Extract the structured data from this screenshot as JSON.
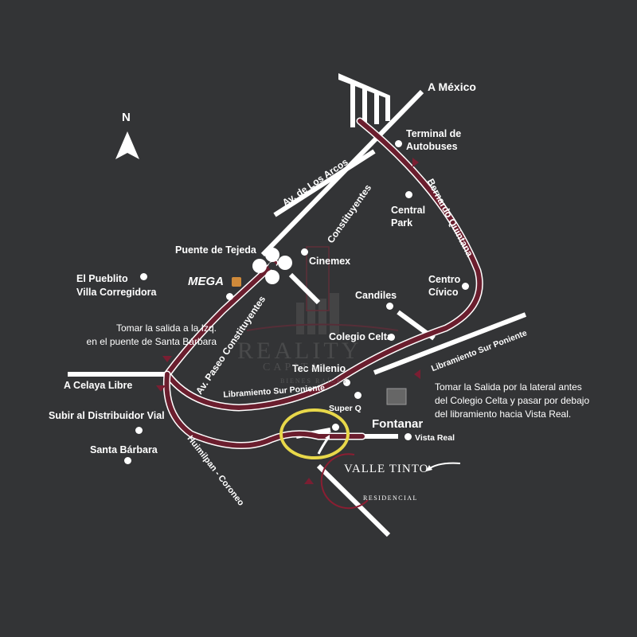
{
  "colors": {
    "background": "#333436",
    "road_primary": "#6b1e2e",
    "road_secondary": "#ffffff",
    "highlight_circle": "#e8d84a"
  },
  "compass": {
    "label": "N",
    "icon": "north-arrow-icon"
  },
  "roads": {
    "mexico": "A México",
    "arcos": "Av. de Los Arcos",
    "constituyentes": "Constituyentes",
    "bernardo": "Bernardo Quintana",
    "paseo": "Av. Paseo Constituyentes",
    "libramiento_east": "Libramiento Sur Poniente",
    "libramiento_west": "Libramiento Sur Poniente",
    "celaya": "A Celaya Libre",
    "huimilpan": "Huimilpan - Coroneo"
  },
  "places": {
    "terminal": "Terminal de\nAutobuses",
    "central_park": "Central\nPark",
    "centro_civico": "Centro\nCívico",
    "puente_tejeda": "Puente de Tejeda",
    "cinemex": "Cinemex",
    "pueblito": "El Pueblito\nVilla Corregidora",
    "mega": "MEGA",
    "candiles": "Candiles",
    "colegio_celta": "Colegio Celta",
    "tec_milenio": "Tec Milenio",
    "super_q": "Super Q",
    "fontanar": "Fontanar",
    "vista_real": "Vista Real",
    "subir_distribuidor": "Subir al Distribuidor Vial",
    "santa_barbara": "Santa Bárbara"
  },
  "notes": {
    "left": "Tomar la salida a la Izq.\nen el puente de Santa Bárbara",
    "right": "Tomar la Salida por la lateral antes\ndel Colegio Celta y pasar por debajo\ndel libramiento hacia Vista Real."
  },
  "brand": {
    "name": "VALLE TINTO",
    "subtitle": "RESIDENCIAL"
  },
  "watermark": {
    "line1": "REALITY",
    "line2": "CAPITAL",
    "line3": "BIENES RAÍCES"
  }
}
